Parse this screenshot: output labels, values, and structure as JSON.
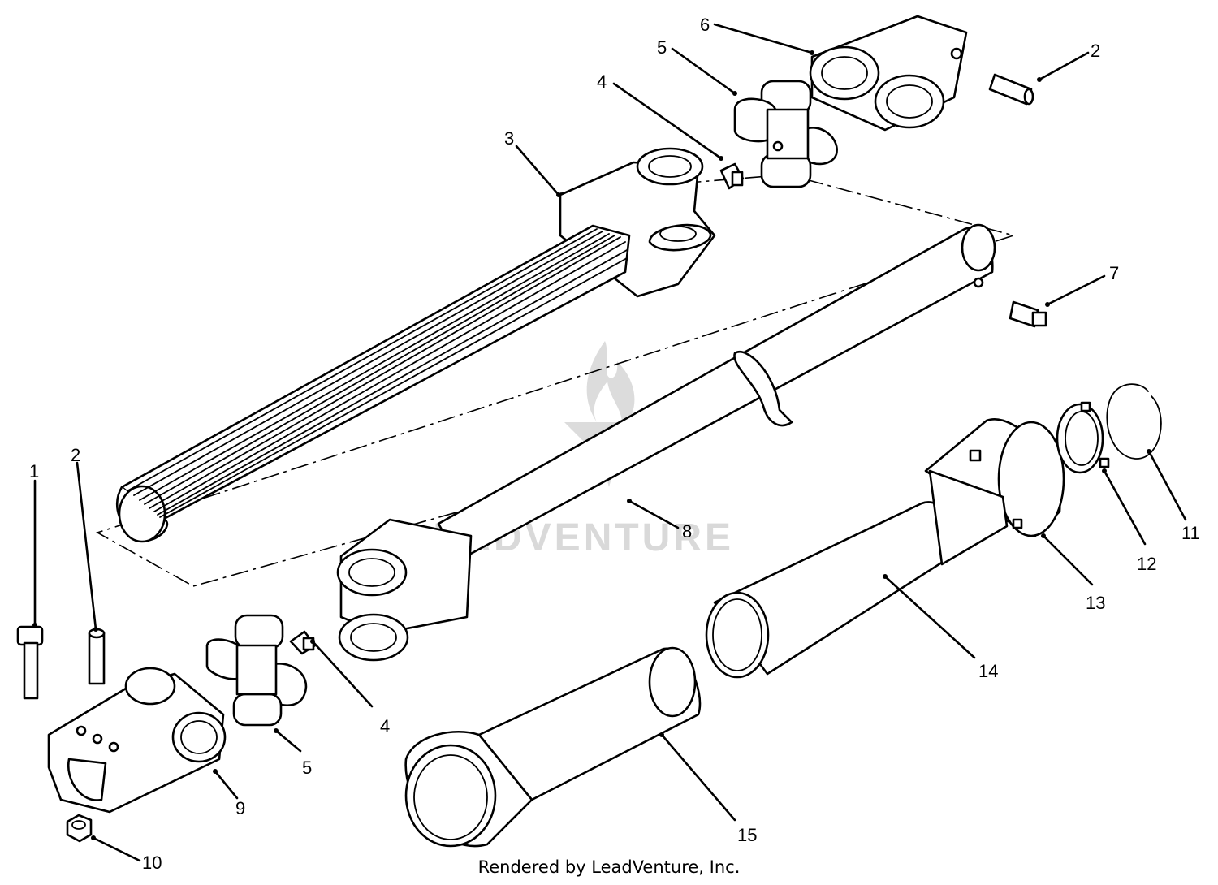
{
  "callouts": {
    "c1": "1",
    "c2a": "2",
    "c2b": "2",
    "c3": "3",
    "c4a": "4",
    "c4b": "4",
    "c5a": "5",
    "c5b": "5",
    "c6": "6",
    "c7": "7",
    "c8": "8",
    "c9": "9",
    "c10": "10",
    "c11": "11",
    "c12": "12",
    "c13": "13",
    "c14": "14",
    "c15": "15"
  },
  "watermark": "LEADVENTURE",
  "credit": "Rendered by LeadVenture, Inc.",
  "colors": {
    "line": "#000000",
    "background": "#ffffff",
    "watermark": "#d9d9d9"
  }
}
